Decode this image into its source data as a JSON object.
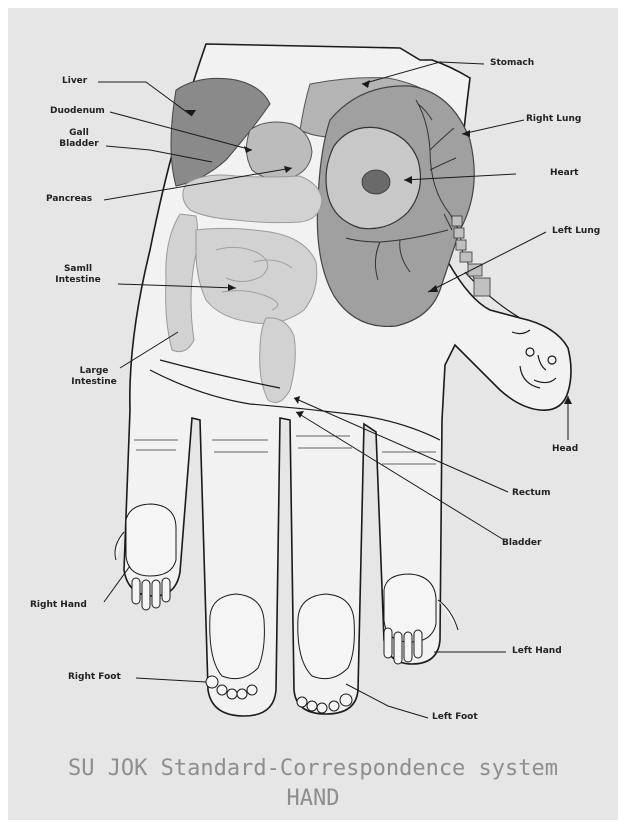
{
  "labels": {
    "liver": "Liver",
    "duodenum": "Duodenum",
    "gall_bladder_1": "Gall",
    "gall_bladder_2": "Bladder",
    "pancreas": "Pancreas",
    "small_intestine_1": "Samll",
    "small_intestine_2": "Intestine",
    "large_intestine_1": "Large",
    "large_intestine_2": "Intestine",
    "right_hand": "Right Hand",
    "right_foot": "Right Foot",
    "stomach": "Stomach",
    "right_lung": "Right Lung",
    "heart": "Heart",
    "left_lung": "Left Lung",
    "head": "Head",
    "rectum": "Rectum",
    "bladder": "Bladder",
    "left_hand": "Left Hand",
    "left_foot": "Left Foot"
  },
  "title": {
    "line1": "SU JOK Standard-Correspondence system",
    "line2": "HAND"
  },
  "colors": {
    "background": "#e6e6e6",
    "outline": "#1a1a1a",
    "organ_dark": "#8a8a8a",
    "organ_mid": "#b4b4b4",
    "organ_light": "#d2d2d2",
    "title_text": "#8e8e8e"
  }
}
